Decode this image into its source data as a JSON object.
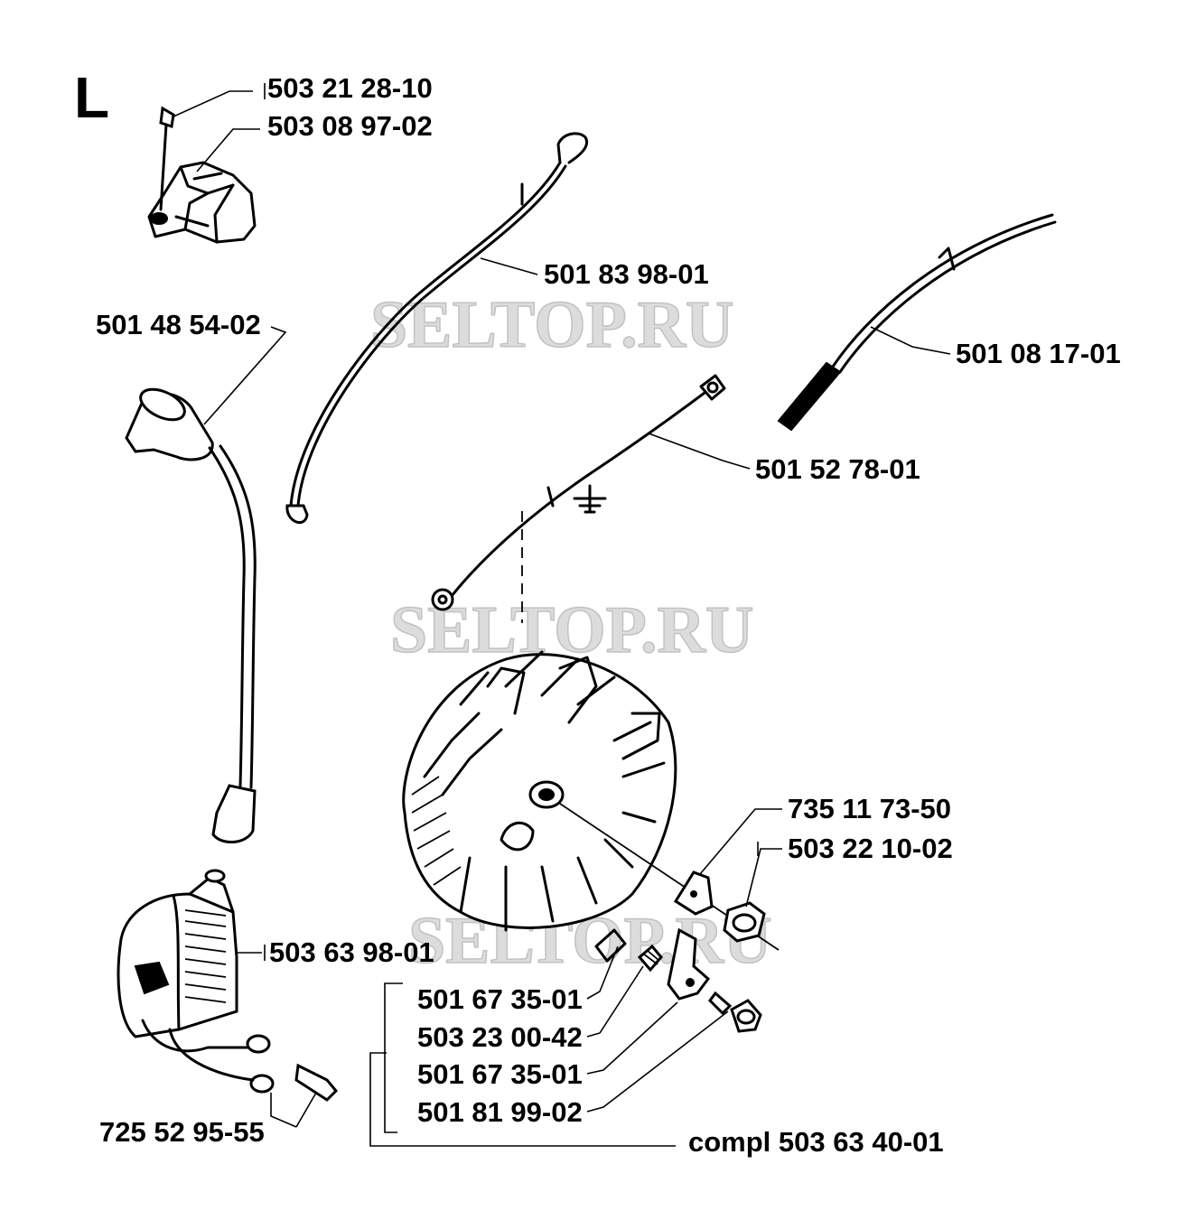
{
  "section_letter": "L",
  "watermark": "SELTOP.RU",
  "labels": {
    "screw_top": "503 21 28-10",
    "module": "503 08 97-02",
    "cable_long": "501 83 98-01",
    "spark_cap": "501 48 54-02",
    "stop_wire": "501 08 17-01",
    "ground_wire": "501 52 78-01",
    "key": "735 11 73-50",
    "nut": "503 22 10-02",
    "ignition_coil": "503 63 98-01",
    "pawl": "501 67 35-01",
    "spring": "503 23 00-42",
    "pawl_2": "501 67 35-01",
    "pawl_screw": "501 81 99-02",
    "coil_screws": "725 52 95-55",
    "complete_kit": "compl 503 63 40-01"
  }
}
